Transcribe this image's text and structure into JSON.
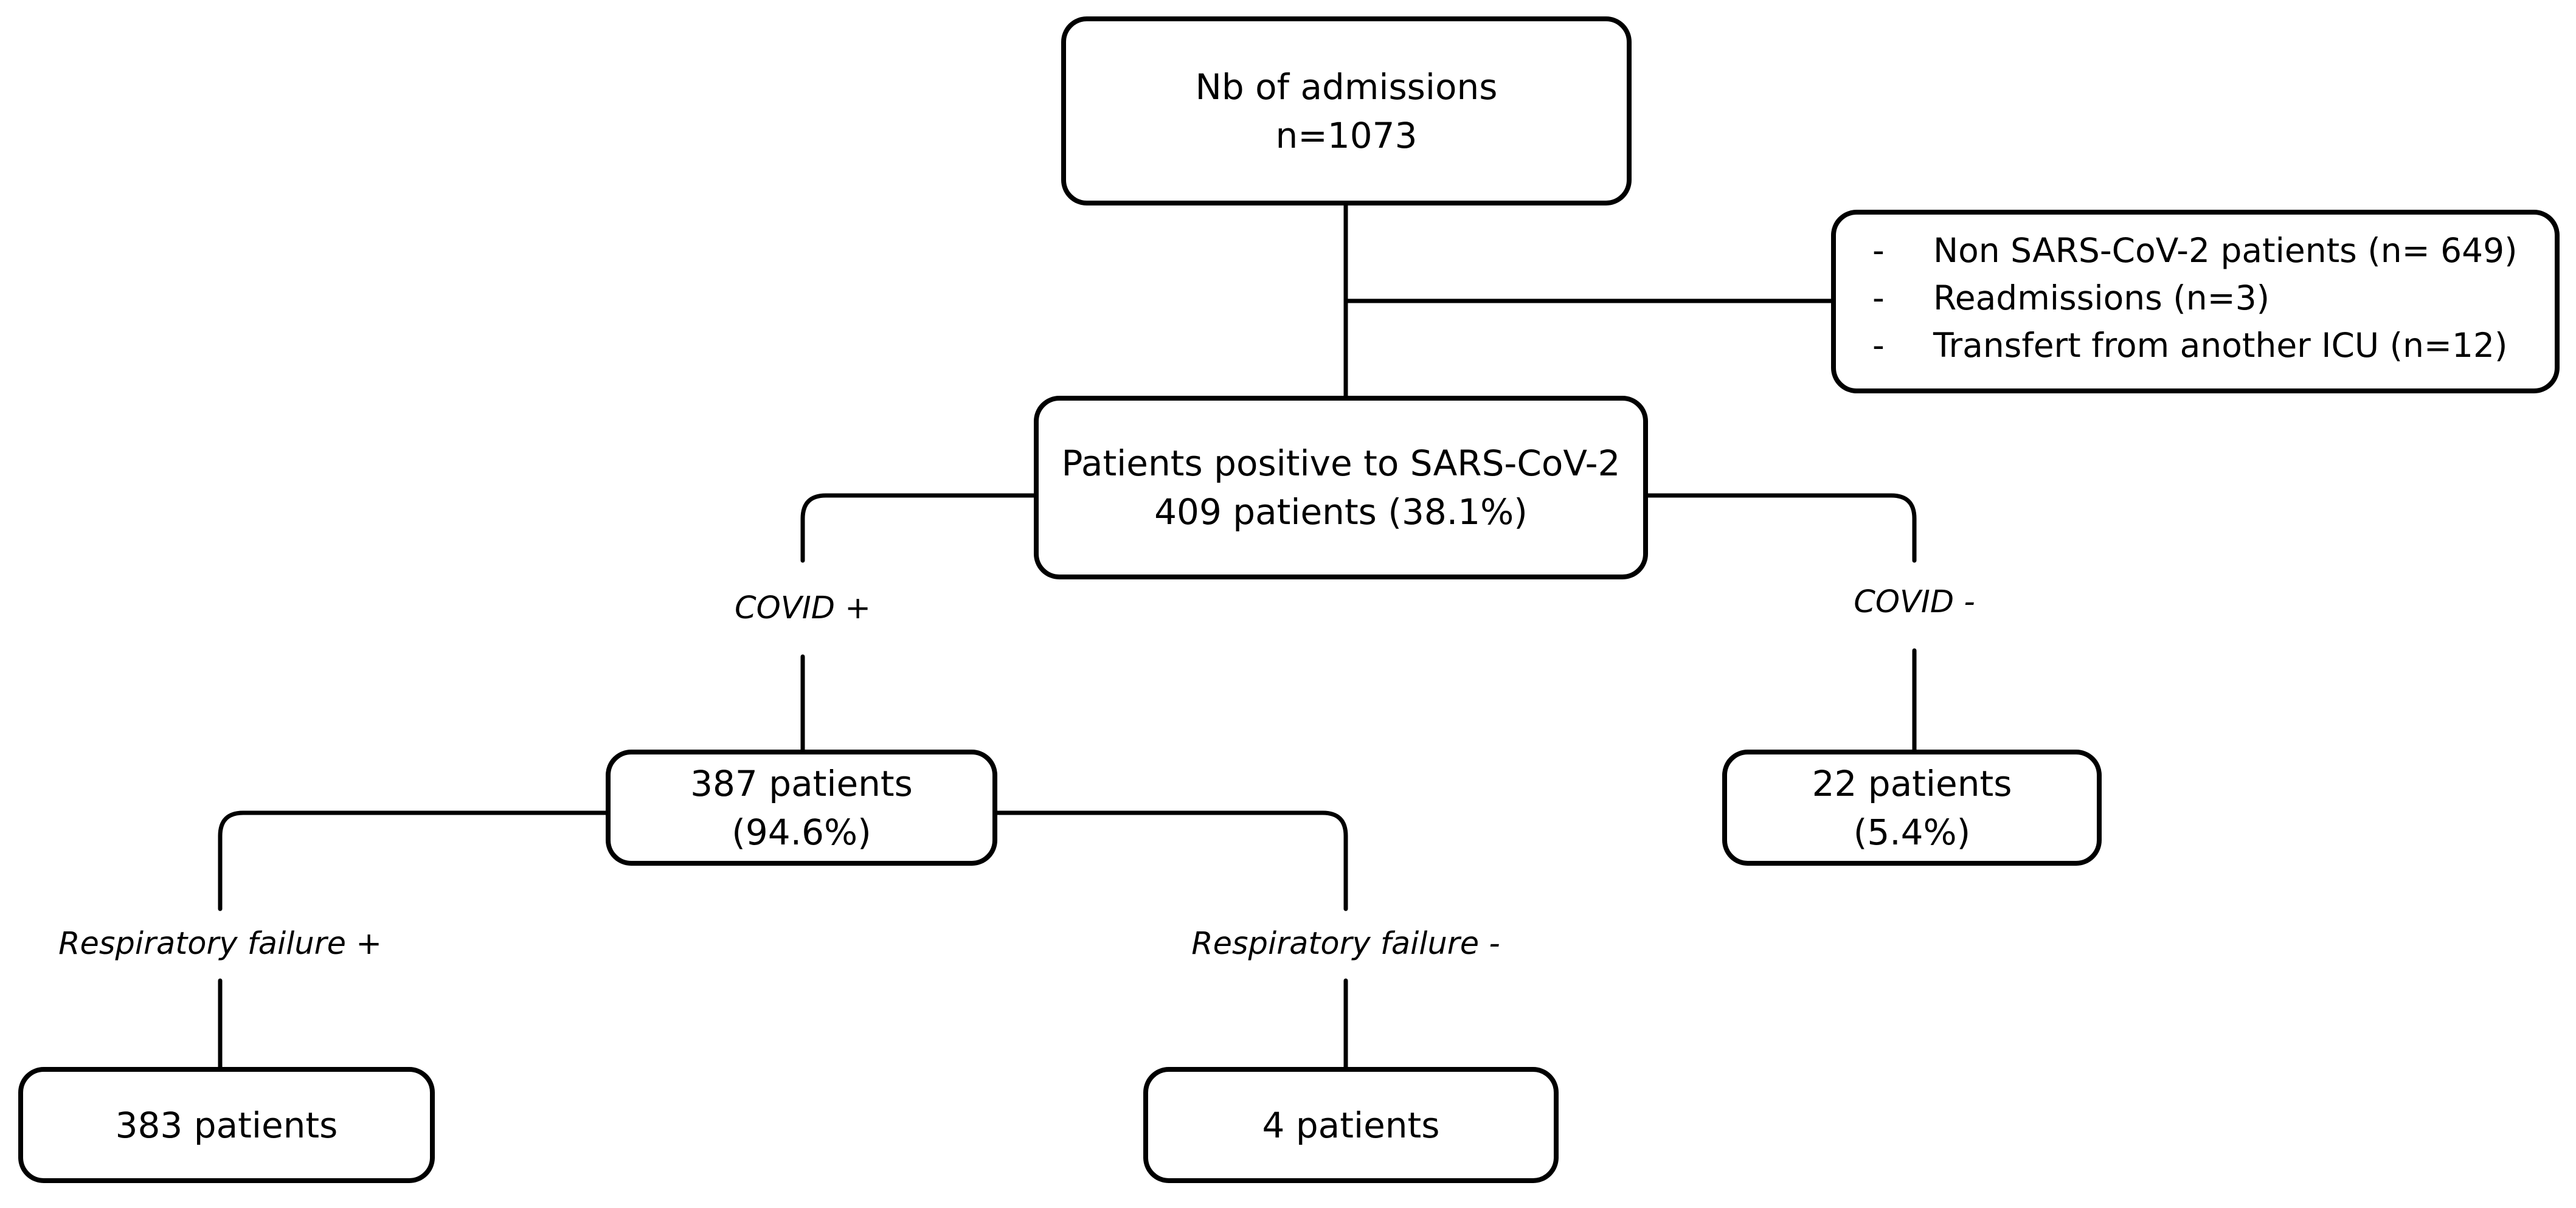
{
  "nodes": {
    "admissions": {
      "line1": "Nb of admissions",
      "line2": "n=1073"
    },
    "positive": {
      "line1": "Patients positive to SARS-CoV-2",
      "line2": "409 patients (38.1%)"
    },
    "covid_pos": {
      "line1": "387 patients",
      "line2": "(94.6%)"
    },
    "covid_neg": {
      "line1": "22 patients",
      "line2": "(5.4%)"
    },
    "resp_pos": {
      "line1": "383 patients"
    },
    "resp_neg": {
      "line1": "4 patients"
    }
  },
  "exclusions": {
    "dash": "-",
    "items": [
      "Non SARS-CoV-2 patients (n= 649)",
      "Readmissions (n=3)",
      "Transfert from another ICU (n=12)"
    ]
  },
  "branch_labels": {
    "covid_pos": "COVID +",
    "covid_neg": "COVID -",
    "resp_pos": "Respiratory failure +",
    "resp_neg": "Respiratory failure -"
  }
}
